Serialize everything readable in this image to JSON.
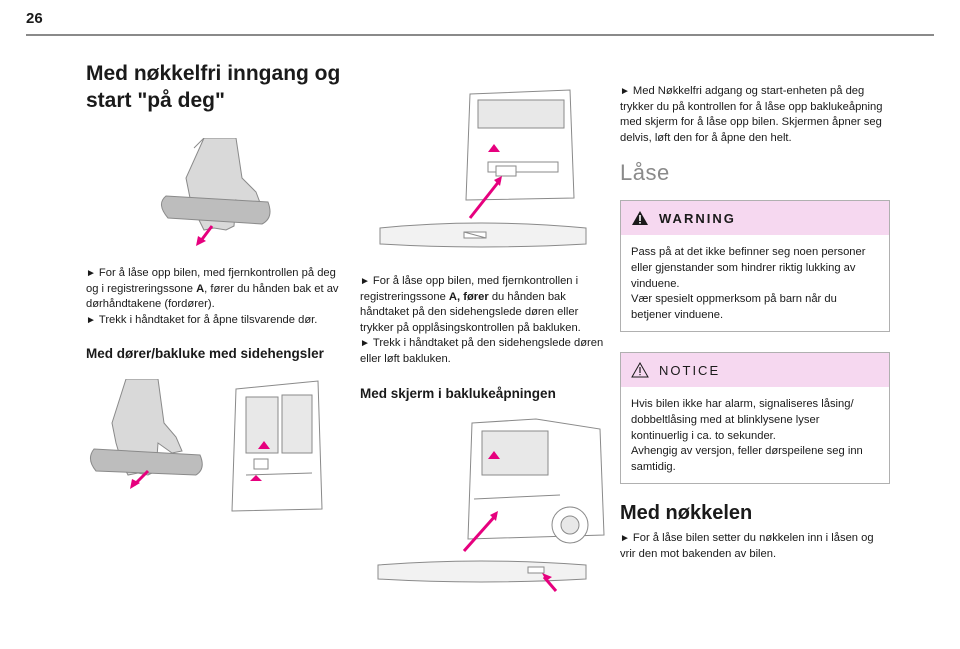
{
  "page_number": "26",
  "col1": {
    "title_line1": "Med nøkkelfri inngang og",
    "title_line2": "start \"på deg\"",
    "para": [
      "For å låse opp bilen, med fjernkontrollen på deg og i registreringssone ",
      "A",
      ", fører du hånden bak et av dørhåndtakene (fordører)."
    ],
    "bullet2": "Trekk i håndtaket for å åpne tilsvarende dør.",
    "heading2": "Med dører/bakluke med sidehengsler"
  },
  "col2": {
    "para": [
      "For å låse opp bilen, med fjernkontrollen i registreringssone ",
      "A, fører",
      " du hånden bak håndtaket på den sidehengslede døren eller trykker på opplåsingskontrollen på bakluken."
    ],
    "bullet2": "Trekk i håndtaket på den sidehengslede døren eller løft bakluken.",
    "heading2": "Med skjerm i baklukeåpningen"
  },
  "col3": {
    "para1": "Med Nøkkelfri adgang og start-enheten på deg trykker du på kontrollen for å låse opp baklukeåpning med skjerm for å låse opp bilen. Skjermen åpner seg delvis, løft den for å åpne den helt.",
    "laase": "Låse",
    "warning_label": "WARNING",
    "warning_text1": "Pass på at det ikke befinner seg noen personer eller gjenstander som hindrer riktig lukking av vinduene.",
    "warning_text2": "Vær spesielt oppmerksom på barn når du betjener vinduene.",
    "notice_label": "NOTICE",
    "notice_text1": "Hvis bilen ikke har alarm, signaliseres låsing/ dobbeltlåsing med at blinklysene lyser kontinuerlig i ca. to sekunder.",
    "notice_text2": "Avhengig av versjon, feller dørspeilene seg inn samtidig.",
    "heading_key": "Med nøkkelen",
    "key_text": "For å låse bilen setter du nøkkelen inn i låsen og vrir den mot bakenden av bilen."
  },
  "icons": {
    "bullet": "triangle-right-icon",
    "warning": "warning-triangle-icon",
    "notice": "notice-triangle-icon"
  },
  "colors": {
    "accent": "#f6d8f0",
    "arrow": "#e6007e",
    "rule": "#8a8a8a"
  }
}
